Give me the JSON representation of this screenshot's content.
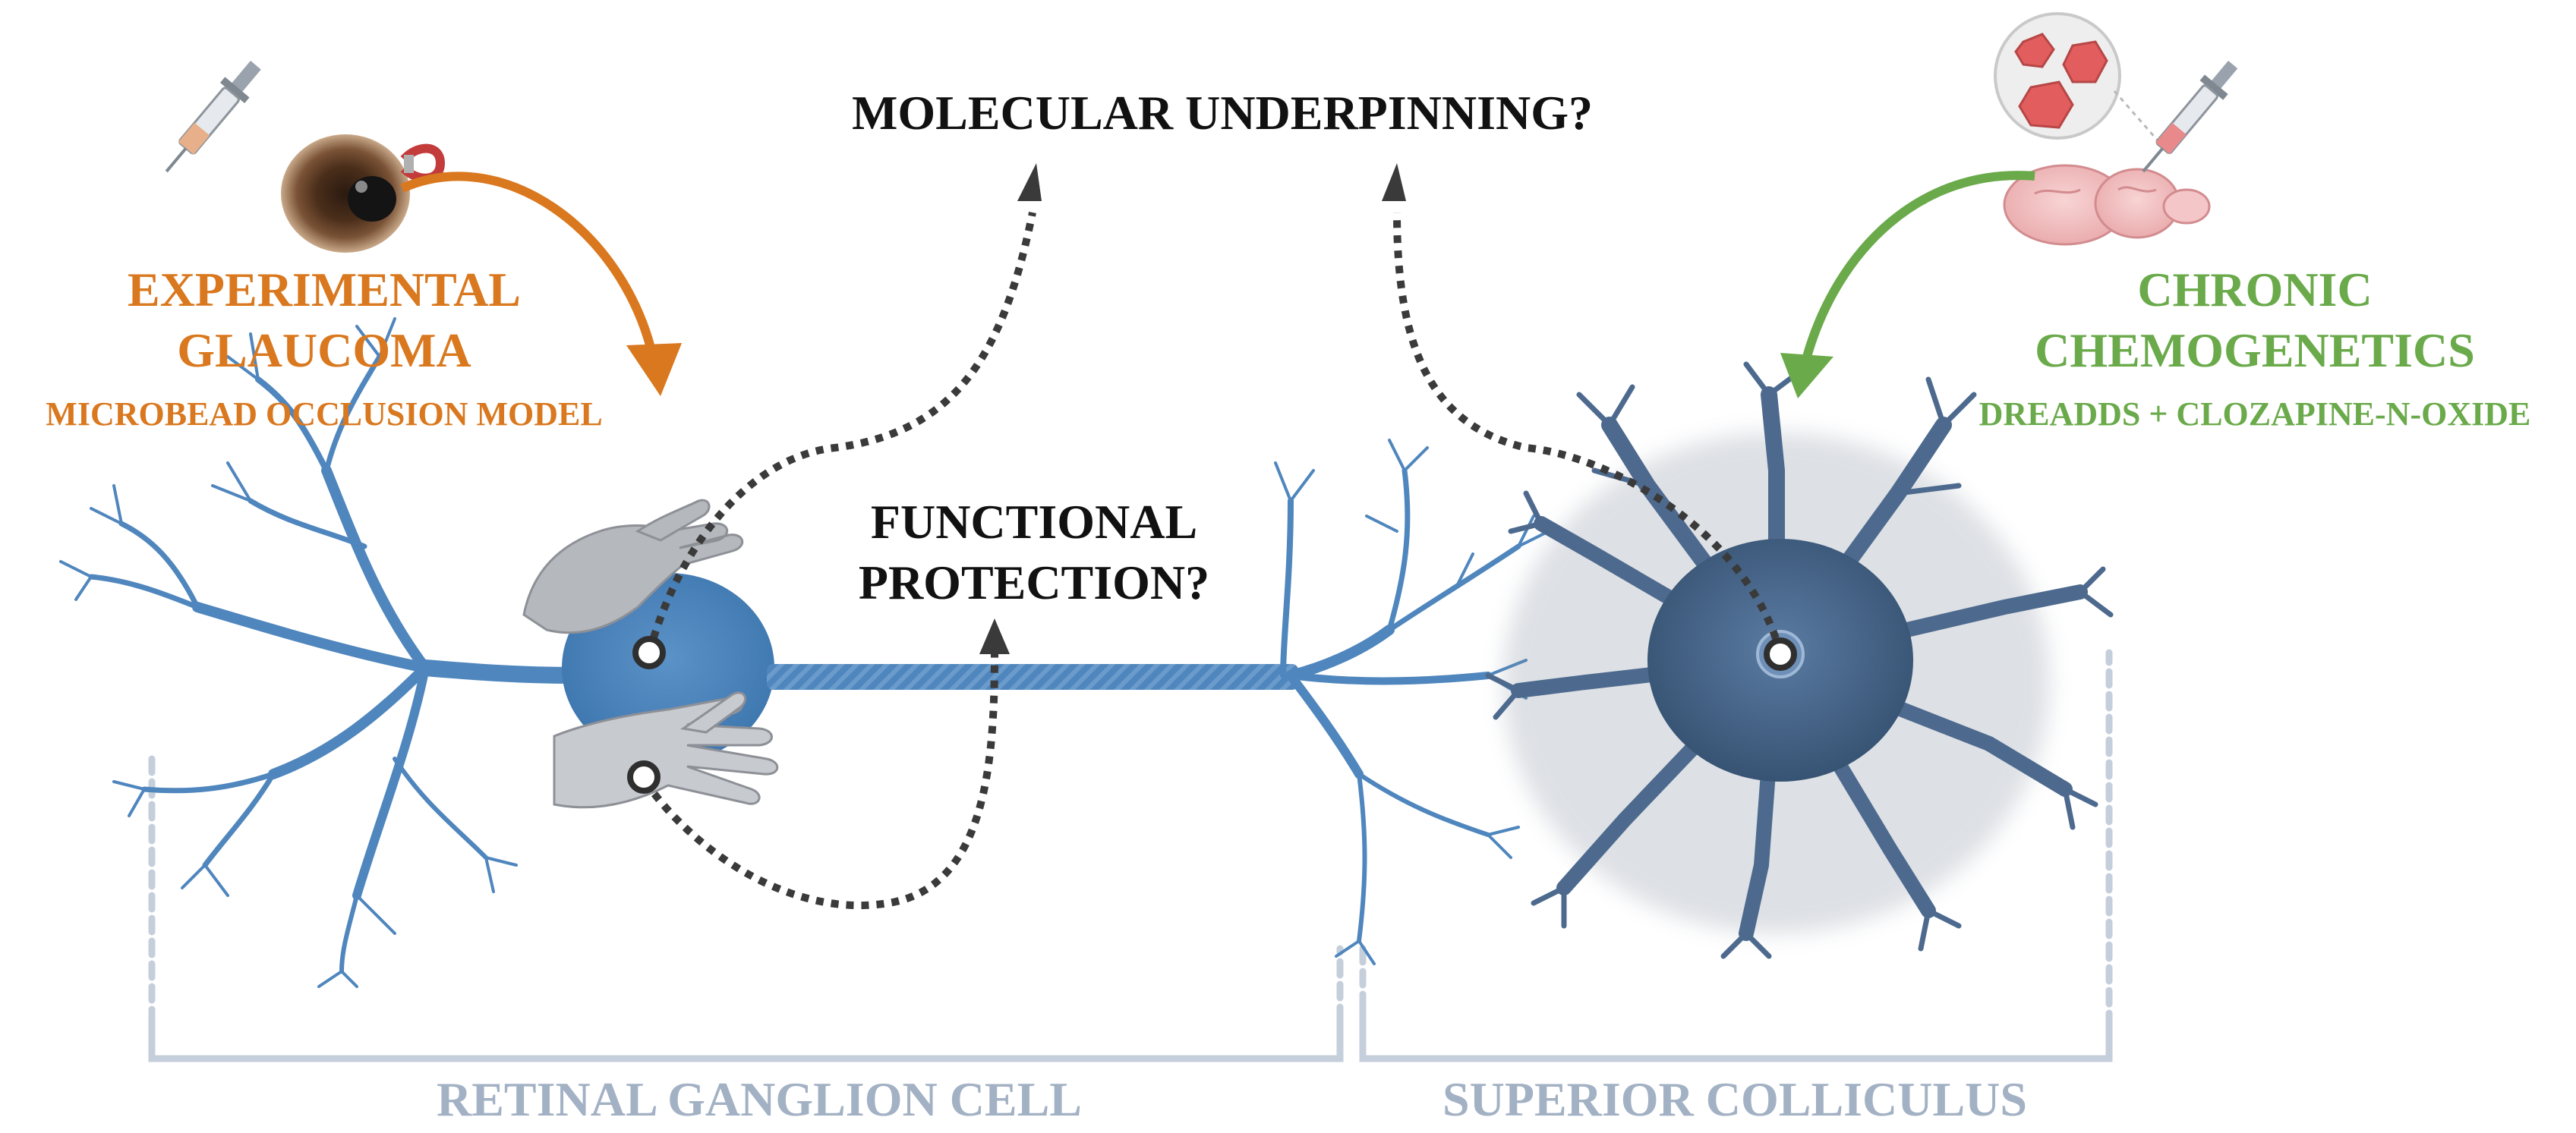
{
  "question_top": "MOLECULAR UNDERPINNING?",
  "question_mid": [
    "FUNCTIONAL",
    "PROTECTION?"
  ],
  "left_intervention": {
    "title_lines": [
      "EXPERIMENTAL",
      "GLAUCOMA"
    ],
    "subtitle": "MICROBEAD OCCLUSION MODEL",
    "color": "#d9781e",
    "icons": [
      "syringe-icon",
      "eye-icon",
      "magnet-icon"
    ]
  },
  "right_intervention": {
    "title_lines": [
      "CHRONIC",
      "CHEMOGENETICS"
    ],
    "subtitle": "DREADDS + CLOZAPINE-N-OXIDE",
    "color": "#6aaa4a",
    "icons": [
      "brain-icon",
      "syringe-icon",
      "virus-particle-icon"
    ]
  },
  "regions": {
    "left": "RETINAL GANGLION CELL",
    "right": "SUPERIOR COLLICULUS",
    "color": "#a3b1c4"
  },
  "colors": {
    "rgc": "#4f86bd",
    "sc_neuron": "#4d6a8e",
    "text": "#111111",
    "arrow": "#3a3a3a",
    "bracket": "#c5cfdb"
  }
}
